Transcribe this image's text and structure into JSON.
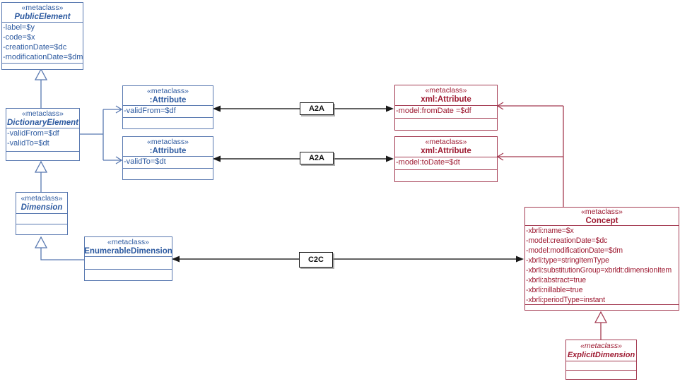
{
  "colors": {
    "blue_accent": "#2d5aa0",
    "blue_border": "#5878b0",
    "red_accent": "#9e1b32",
    "red_border": "#a43b52",
    "connector": "#2f2f2f"
  },
  "classes": {
    "public_element": {
      "stereotype": "«metaclass»",
      "name": "PublicElement",
      "attributes": [
        "-label=$y",
        "-code=$x",
        "-creationDate=$dc",
        "-modificationDate=$dm"
      ]
    },
    "dictionary_element": {
      "stereotype": "«metaclass»",
      "name": "DictionaryElement",
      "attributes": [
        "-validFrom=$df",
        "-validTo=$dt"
      ]
    },
    "attribute_from": {
      "stereotype": "«metaclass»",
      "name": ":Attribute",
      "attributes": [
        "-validFrom=$df"
      ]
    },
    "attribute_to": {
      "stereotype": "«metaclass»",
      "name": ":Attribute",
      "attributes": [
        "-validTo=$dt"
      ]
    },
    "xml_attribute_from": {
      "stereotype": "«metaclass»",
      "name": "xml:Attribute",
      "attributes": [
        "-model:fromDate =$df"
      ]
    },
    "xml_attribute_to": {
      "stereotype": "«metaclass»",
      "name": "xml:Attribute",
      "attributes": [
        "-model:toDate=$dt"
      ]
    },
    "dimension": {
      "stereotype": "«metaclass»",
      "name": "Dimension",
      "attributes": []
    },
    "enumerable_dimension": {
      "stereotype": "«metaclass»",
      "name": "EnumerableDimension",
      "attributes": []
    },
    "concept": {
      "stereotype": "«metaclass»",
      "name": "Concept",
      "attributes": [
        "-xbrli:name=$x",
        "-model:creationDate=$dc",
        "-model:modificationDate=$dm",
        "-xbrli:type=stringItemType",
        "-xbrli:substitutionGroup=xbrldt:dimensionItem",
        "-xbrli:abstract=true",
        "-xbrli:nillable=true",
        "-xbrli:periodType=instant"
      ]
    },
    "explicit_dimension": {
      "stereotype": "«metaclass»",
      "name": "ExplicitDimension",
      "attributes": []
    }
  },
  "connectors": {
    "a2a_top_label": "A2A",
    "a2a_bottom_label": "A2A",
    "c2c_label": "C2C"
  }
}
